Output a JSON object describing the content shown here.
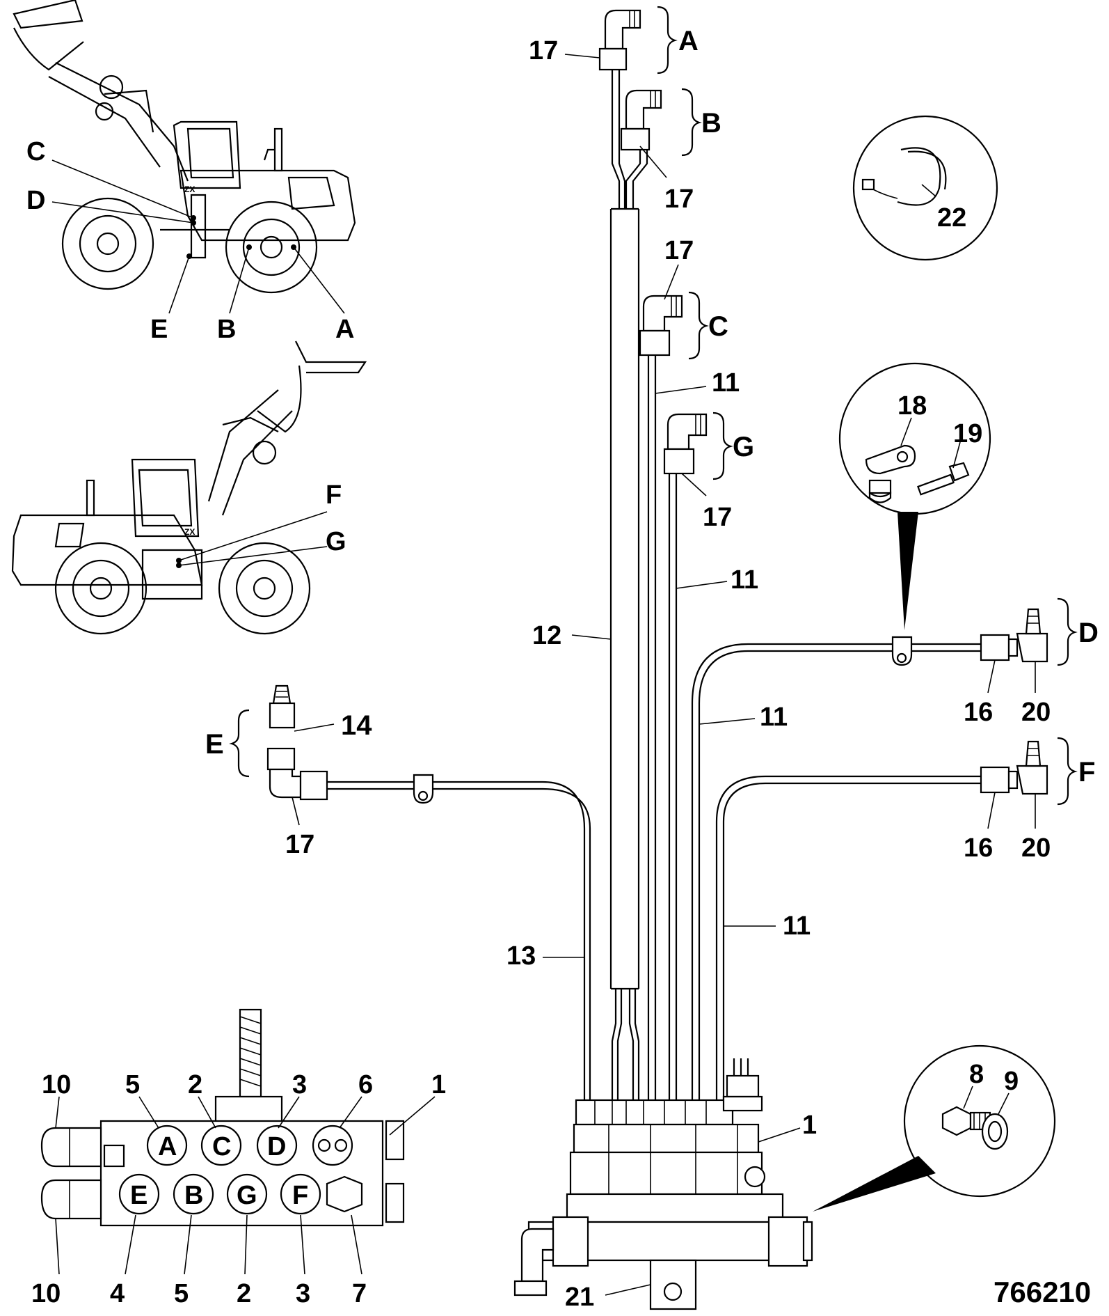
{
  "figure_number": "766210",
  "callouts": {
    "c17_a": "17",
    "c17_b": "17",
    "c17_c": "17",
    "c17_g": "17",
    "c17_e": "17",
    "c11_1": "11",
    "c11_2": "11",
    "c11_3": "11",
    "c11_4": "11",
    "c12": "12",
    "c13": "13",
    "c14": "14",
    "c16_d": "16",
    "c16_f": "16",
    "c20_d": "20",
    "c20_f": "20",
    "c18": "18",
    "c19": "19",
    "c22": "22",
    "c8": "8",
    "c9": "9",
    "c1_main": "1",
    "c21": "21"
  },
  "locations": {
    "A": "A",
    "B": "B",
    "C": "C",
    "D": "D",
    "E": "E",
    "F": "F",
    "G": "G"
  },
  "loader_top_labels": [
    "C",
    "D",
    "E",
    "B",
    "A"
  ],
  "loader_bottom_labels": [
    "F",
    "G"
  ],
  "loader_brand": "ZX",
  "manifold": {
    "top_numbers": [
      "10",
      "5",
      "2",
      "3",
      "6",
      "1"
    ],
    "bottom_numbers": [
      "10",
      "4",
      "5",
      "2",
      "3",
      "7"
    ],
    "top_ports": [
      "A",
      "C",
      "D"
    ],
    "bottom_ports": [
      "E",
      "B",
      "G",
      "F"
    ]
  }
}
